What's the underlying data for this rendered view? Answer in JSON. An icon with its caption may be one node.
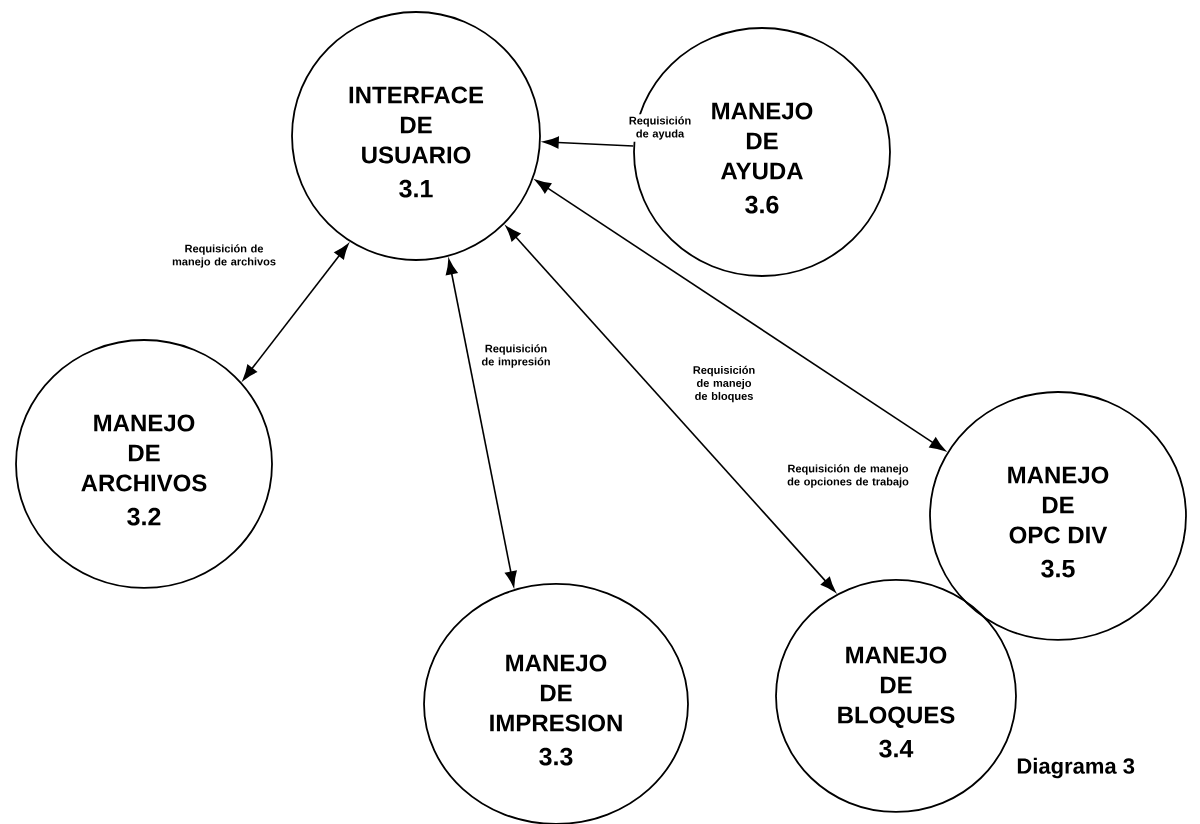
{
  "diagram": {
    "nodes": [
      {
        "text": [
          "INTERFACE DE USUARIO",
          "3.1"
        ]
      },
      {
        "text": [
          "MANEJO DE AYUDA",
          "3.6"
        ]
      },
      {
        "text": [
          "MANEJO DE ARCHIVOS",
          "3.2"
        ]
      },
      {
        "text": [
          "MANEJO DE IMPRESION",
          "3.3"
        ]
      },
      {
        "text": [
          "MANEJO DE BLOQUES",
          "3.4"
        ]
      },
      {
        "text": [
          "MANEJO DE OPC DIV",
          "3.5"
        ]
      }
    ],
    "edges": [
      {
        "from": 1,
        "to": 0,
        "arrow": "to",
        "label": "Requisición de ayuda"
      },
      {
        "from": 0,
        "to": 2,
        "arrow": "both",
        "label": "Requisición de manejo de archivos"
      },
      {
        "from": 0,
        "to": 3,
        "arrow": "both",
        "label": "Requisición de impresión"
      },
      {
        "from": 0,
        "to": 4,
        "arrow": "both",
        "label": "Requisición de manejo de bloques"
      },
      {
        "from": 0,
        "to": 5,
        "arrow": "both",
        "label": "Requisición de manejo de opciones de trabajo"
      }
    ],
    "labels": [
      "Diagrama 3"
    ]
  }
}
